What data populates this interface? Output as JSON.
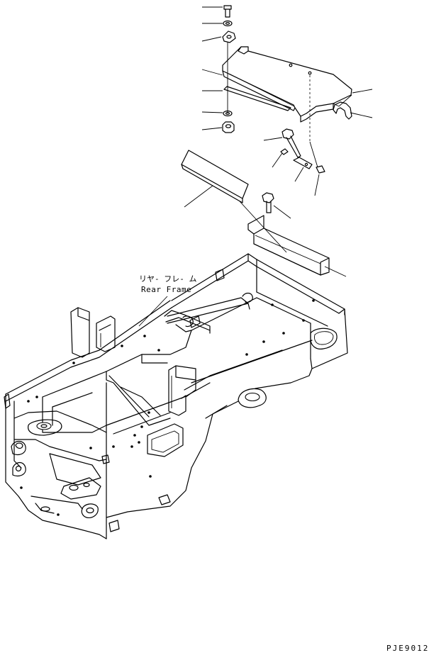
{
  "labels": {
    "rear_frame_jp": "リヤ- フレ- ム",
    "rear_frame_en": "Rear Frame"
  },
  "drawing_code": "PJE9012"
}
